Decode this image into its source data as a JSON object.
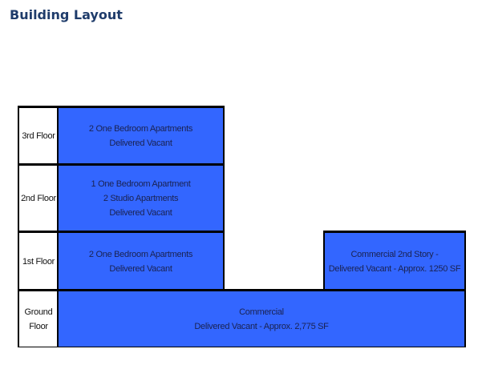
{
  "page": {
    "title": "Building Layout"
  },
  "diagram": {
    "floors": [
      {
        "label": "3rd Floor",
        "units": [
          {
            "lines": [
              "2 One Bedroom Apartments",
              "Delivered Vacant"
            ]
          }
        ]
      },
      {
        "label": "2nd Floor",
        "units": [
          {
            "lines": [
              "1 One Bedroom Apartment",
              "2 Studio Apartments",
              "Delivered Vacant"
            ]
          }
        ]
      },
      {
        "label": "1st Floor",
        "units": [
          {
            "lines": [
              "2 One Bedroom Apartments",
              "Delivered Vacant"
            ]
          },
          {
            "lines": [
              "Commercial 2nd Story -",
              "Delivered Vacant - Approx. 1250 SF"
            ]
          }
        ]
      },
      {
        "label_lines": [
          "Ground",
          "Floor"
        ],
        "units": [
          {
            "lines": [
              "Commercial",
              "Delivered Vacant - Approx. 2,775 SF"
            ]
          }
        ]
      }
    ],
    "colors": {
      "unit_fill": "#3366ff",
      "border": "#000000",
      "title": "#1f3c6b"
    }
  }
}
